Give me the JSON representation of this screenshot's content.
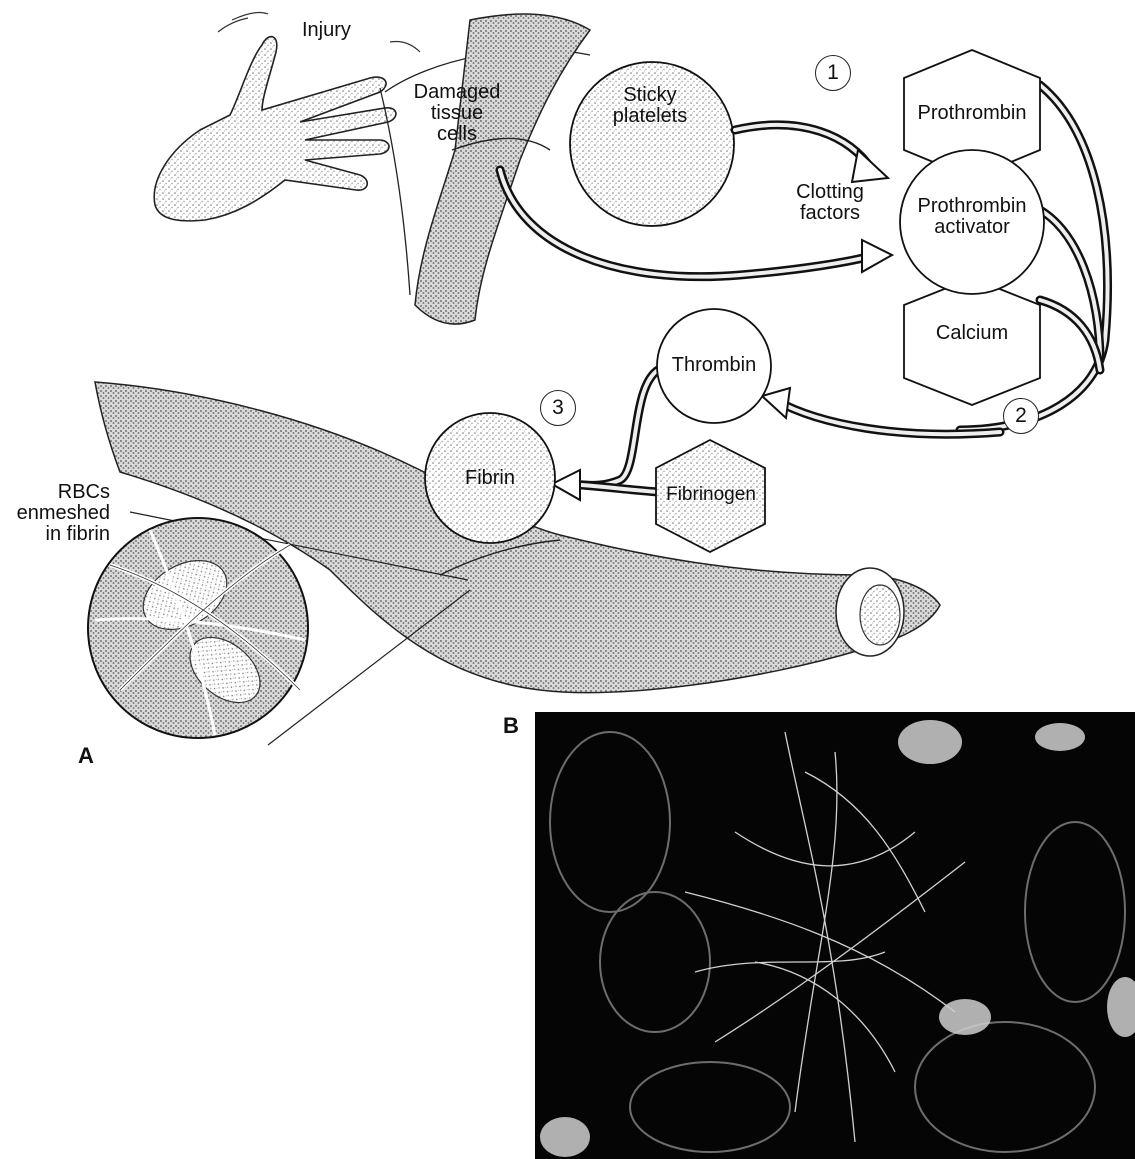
{
  "injury_label": "Injury",
  "damaged_tissue": [
    "Damaged",
    "tissue",
    "cells"
  ],
  "sticky_platelets": [
    "Sticky",
    "platelets"
  ],
  "clotting_factors": [
    "Clotting",
    "factors"
  ],
  "prothrombin": "Prothrombin",
  "prothrombin_activator": [
    "Prothrombin",
    "activator"
  ],
  "calcium": "Calcium",
  "thrombin": "Thrombin",
  "fibrin": "Fibrin",
  "fibrinogen": "Fibrinogen",
  "rbcs_enmeshed": [
    "RBCs",
    "enmeshed",
    "in fibrin"
  ],
  "step_numbers": [
    "1",
    "2",
    "3"
  ],
  "panel_labels": [
    "A",
    "B"
  ],
  "colors": {
    "ink": "#111111",
    "paper": "#ffffff",
    "micrograph_bg": "#050505",
    "shading": "#9a9a9a"
  }
}
